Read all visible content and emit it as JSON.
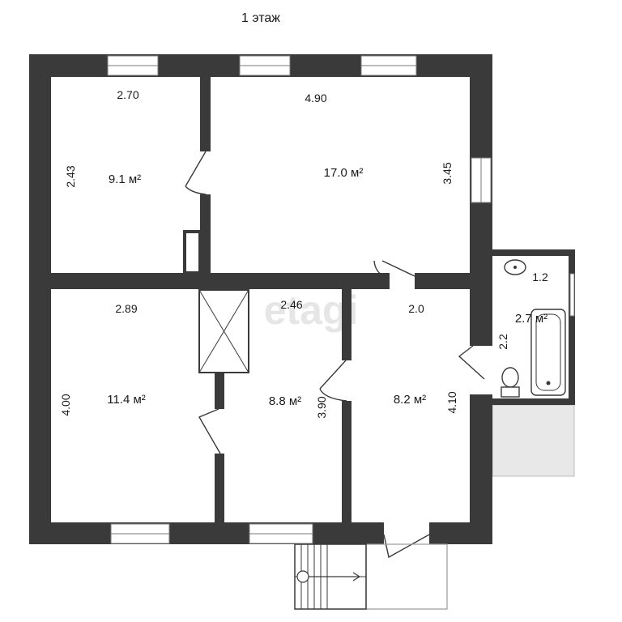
{
  "title": "1 этаж",
  "watermark": "etagi",
  "rooms": [
    {
      "id": "room-top-left",
      "area": "9.1 м²",
      "width": "2.70",
      "height": "2.43"
    },
    {
      "id": "room-top-right",
      "area": "17.0 м²",
      "width": "4.90",
      "height": "3.45"
    },
    {
      "id": "room-bottom-left",
      "area": "11.4 м²",
      "width": "2.89",
      "height": "4.00"
    },
    {
      "id": "room-bottom-mid",
      "area": "8.8 м²",
      "width": "2.46",
      "height": "3.90"
    },
    {
      "id": "room-hall",
      "area": "8.2 м²",
      "width": "2.0",
      "height": "4.10"
    },
    {
      "id": "room-bathroom",
      "area": "2.7 м²",
      "width": "1.2",
      "height": "2.2"
    }
  ],
  "colors": {
    "wall": "#3a3a3a",
    "porch": "#e8e8e8",
    "watermark": "#e6e6e6"
  }
}
